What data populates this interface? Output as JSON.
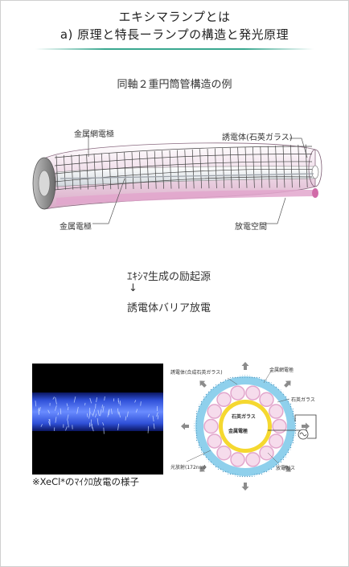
{
  "title": {
    "line1": "エキシマランプとは",
    "line2": "a) 原理と特長ーランプの構造と発光原理"
  },
  "subtitle": "同軸２重円筒管構造の例",
  "lamp_labels": {
    "mesh_electrode": "金属網電極",
    "dielectric": "誘電体(石英ガラス)",
    "metal_electrode": "金属電極",
    "discharge_space": "放電空間"
  },
  "source": {
    "line1": "ｴｷｼﾏ生成の励起源",
    "arrow": "↓",
    "line2": "誘電体バリア放電"
  },
  "photo_caption": "※XeCl*のﾏｲｸﾛ放電の様子",
  "cross_section_labels": {
    "dielectric": "誘電体(合成石英ガラス)",
    "mesh_electrode": "金属網電極",
    "quartz_glass": "石英ガラス",
    "quartz_glass_inner": "石英ガラス",
    "metal_electrode": "金属電極",
    "light": "光放射(172nm)",
    "discharge_gas": "放電ガス"
  },
  "colors": {
    "accent_rule": "#3aa890",
    "tube_pink": "#e4b8d4",
    "glass_outer": "#8fd0ec",
    "electrode_yellow": "#f5d830",
    "discharge_blue": "#2f50d8"
  }
}
